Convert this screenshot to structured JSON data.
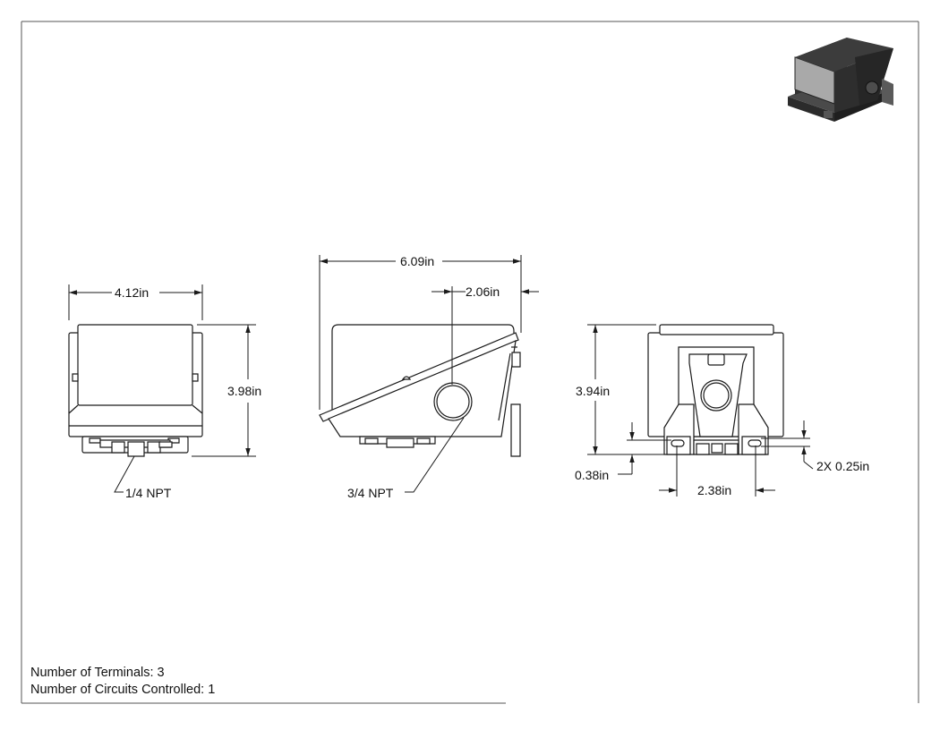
{
  "drawing": {
    "front_view": {
      "width_dim": "4.12in",
      "height_dim": "3.98in",
      "callout": "1/4 NPT"
    },
    "side_view": {
      "length_dim": "6.09in",
      "offset_dim": "2.06in",
      "callout": "3/4 NPT"
    },
    "back_view": {
      "height_dim": "3.94in",
      "slot_offset_dim": "0.38in",
      "slot_spacing_dim": "2.38in",
      "slot_size_dim": "2X 0.25in"
    }
  },
  "notes": {
    "terminals": "Number of Terminals: 3",
    "circuits": "Number of Circuits Controlled: 1"
  },
  "colors": {
    "line": "#1a1a1a",
    "iso_dark": "#3a3a3a",
    "iso_mid": "#6e6e6e",
    "iso_light": "#a8a8a8"
  }
}
